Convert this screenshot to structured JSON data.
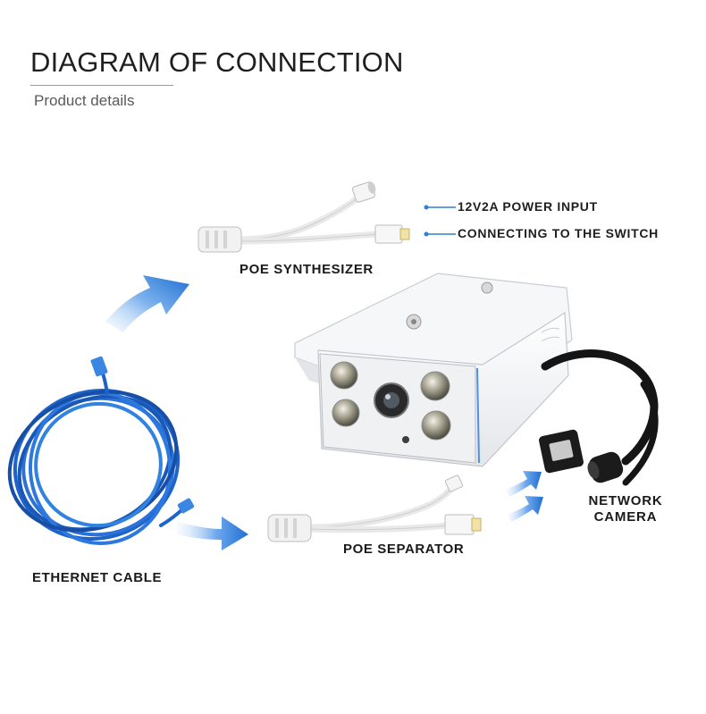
{
  "header": {
    "title": "DIAGRAM OF CONNECTION",
    "subtitle": "Product details"
  },
  "labels": {
    "poe_synthesizer": "POE SYNTHESIZER",
    "poe_separator": "POE SEPARATOR",
    "ethernet_cable": "ETHERNET CABLE",
    "network_camera_line1": "NETWORK",
    "network_camera_line2": "CAMERA"
  },
  "callouts": {
    "power_input": "12V2A POWER INPUT",
    "switch": "CONNECTING TO THE SWITCH"
  },
  "colors": {
    "accent_blue": "#2f7fd6",
    "cable_blue": "#1e63c9",
    "text": "#1f1f1f"
  },
  "icons": [
    "arrow-icon",
    "ethernet-cable-icon",
    "poe-synthesizer-icon",
    "poe-separator-icon",
    "network-camera-icon"
  ]
}
